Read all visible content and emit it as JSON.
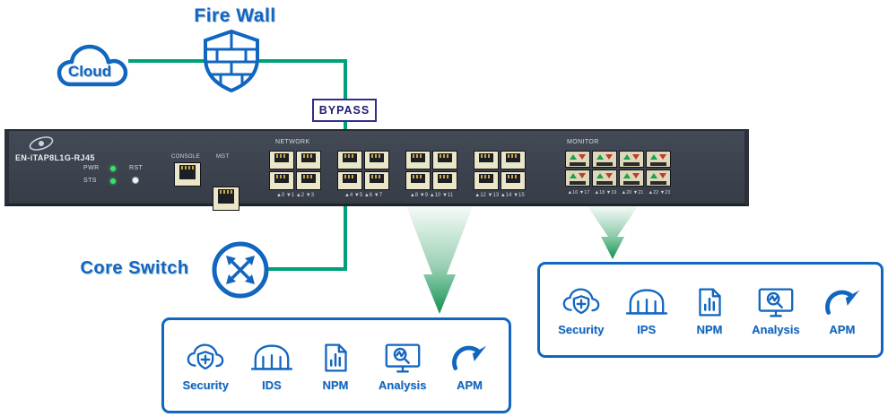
{
  "colors": {
    "accent_blue": "#1166c0",
    "line_teal": "#00a178",
    "funnel_green": "#0f9150",
    "device_gray": "#394049",
    "bypass_navy": "#1b1b70"
  },
  "cloud": {
    "label": "Cloud"
  },
  "firewall": {
    "label": "Fire Wall"
  },
  "bypass": {
    "label": "BYPASS"
  },
  "core_switch": {
    "label": "Core Switch"
  },
  "device": {
    "model": "EN-iTAP8L1G-RJ45",
    "pwr_label": "PWR",
    "sts_label": "STS",
    "rst_label": "RST",
    "console_label": "CONSOLE",
    "mgt_label": "MGT",
    "network_label": "NETWORK",
    "network_port_labels": [
      "▲0 ▼1 ▲2 ▼3",
      "▲4 ▼5 ▲6 ▼7",
      "▲8 ▼9 ▲10 ▼11",
      "▲12 ▼13 ▲14 ▼15"
    ],
    "monitor_label": "MONITOR",
    "monitor_port_labels": [
      "▲16 ▼17",
      "▲18 ▼19",
      "▲20 ▼21",
      "▲22 ▼23"
    ]
  },
  "tool_groups": {
    "bypass_tools": {
      "items": [
        {
          "icon": "security-icon",
          "label": "Security"
        },
        {
          "icon": "ids-icon",
          "label": "IDS"
        },
        {
          "icon": "npm-icon",
          "label": "NPM"
        },
        {
          "icon": "analysis-icon",
          "label": "Analysis"
        },
        {
          "icon": "apm-icon",
          "label": "APM"
        }
      ]
    },
    "monitor_tools": {
      "items": [
        {
          "icon": "security-icon",
          "label": "Security"
        },
        {
          "icon": "ips-icon",
          "label": "IPS"
        },
        {
          "icon": "npm-icon",
          "label": "NPM"
        },
        {
          "icon": "analysis-icon",
          "label": "Analysis"
        },
        {
          "icon": "apm-icon",
          "label": "APM"
        }
      ]
    }
  }
}
